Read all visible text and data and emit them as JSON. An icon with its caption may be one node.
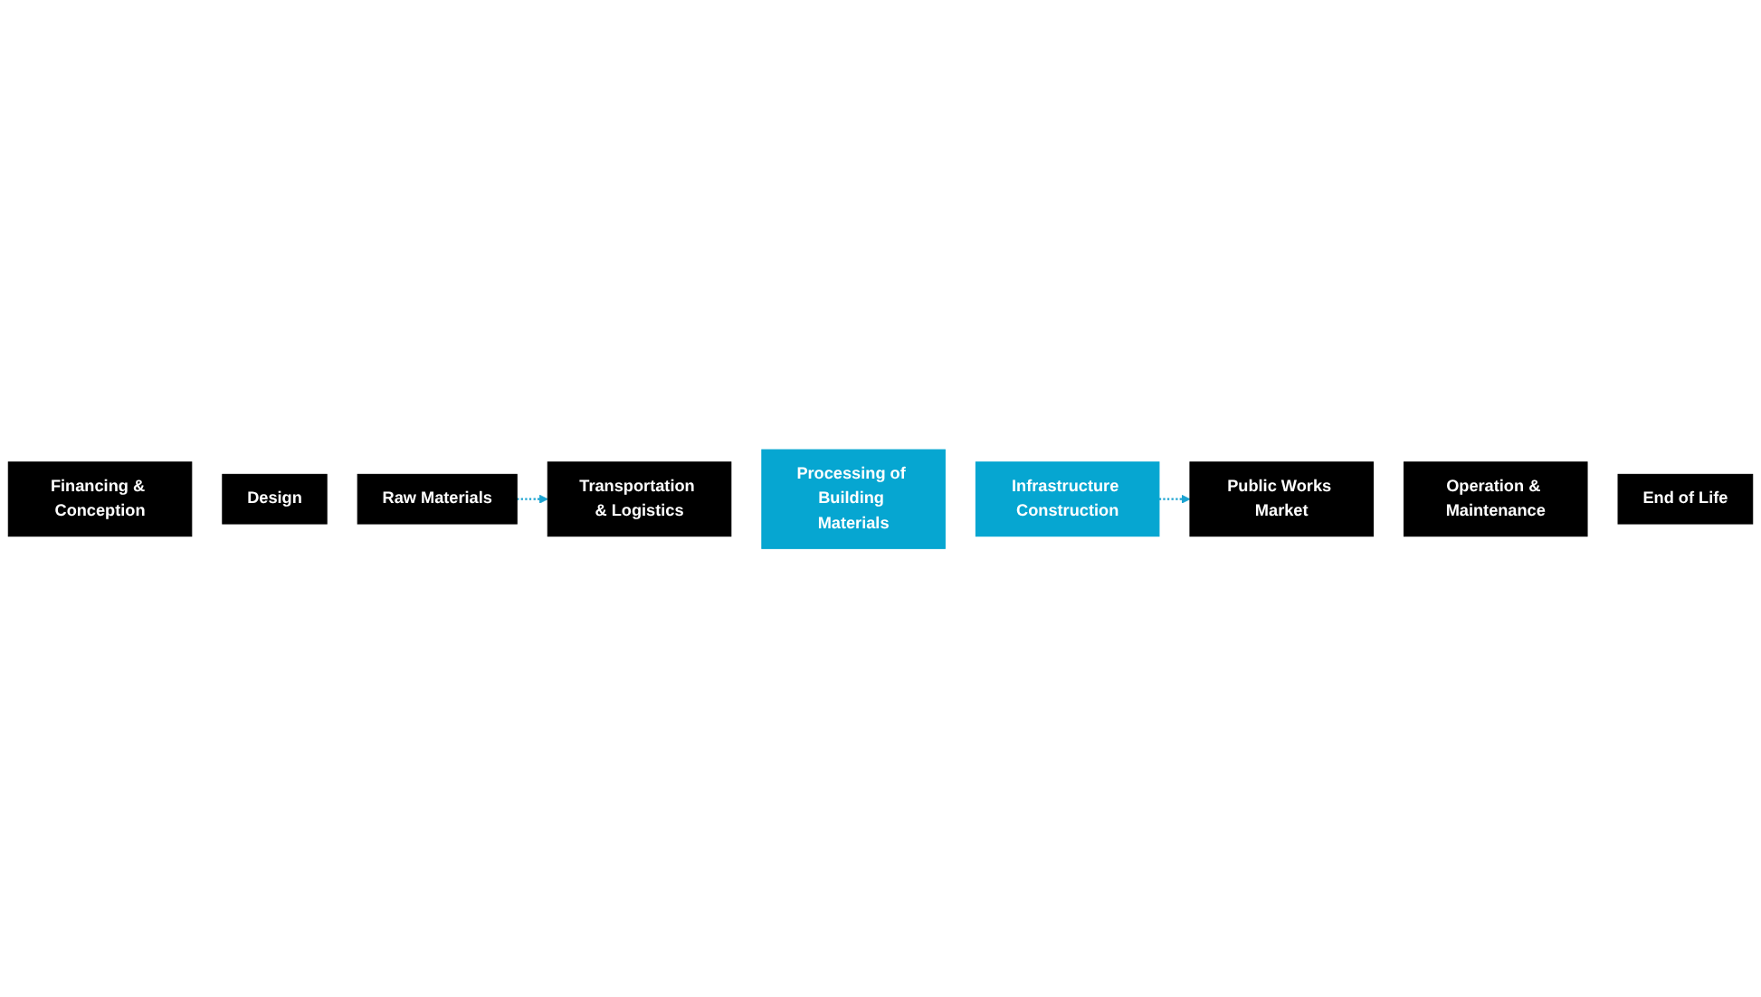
{
  "diagram": {
    "nodes": [
      {
        "text": [
          "Financing & Conception"
        ]
      },
      {
        "text": [
          "Design"
        ]
      },
      {
        "text": [
          "Raw Materials"
        ]
      },
      {
        "text": [
          "Transportation & Logistics"
        ]
      },
      {
        "text": [
          "Processing of Building Materials"
        ]
      },
      {
        "text": [
          "Infrastructure Construction"
        ]
      },
      {
        "text": [
          "Public Works Market"
        ]
      },
      {
        "text": [
          "Operation & Maintenance"
        ]
      },
      {
        "text": [
          "End of Life"
        ]
      }
    ],
    "edges": [
      {
        "from": 2,
        "to": 3,
        "arrow": "to",
        "style": "dashed",
        "color": "#1ba3d1"
      },
      {
        "from": 5,
        "to": 6,
        "arrow": "to",
        "style": "dashed",
        "color": "#1ba3d1"
      }
    ]
  }
}
